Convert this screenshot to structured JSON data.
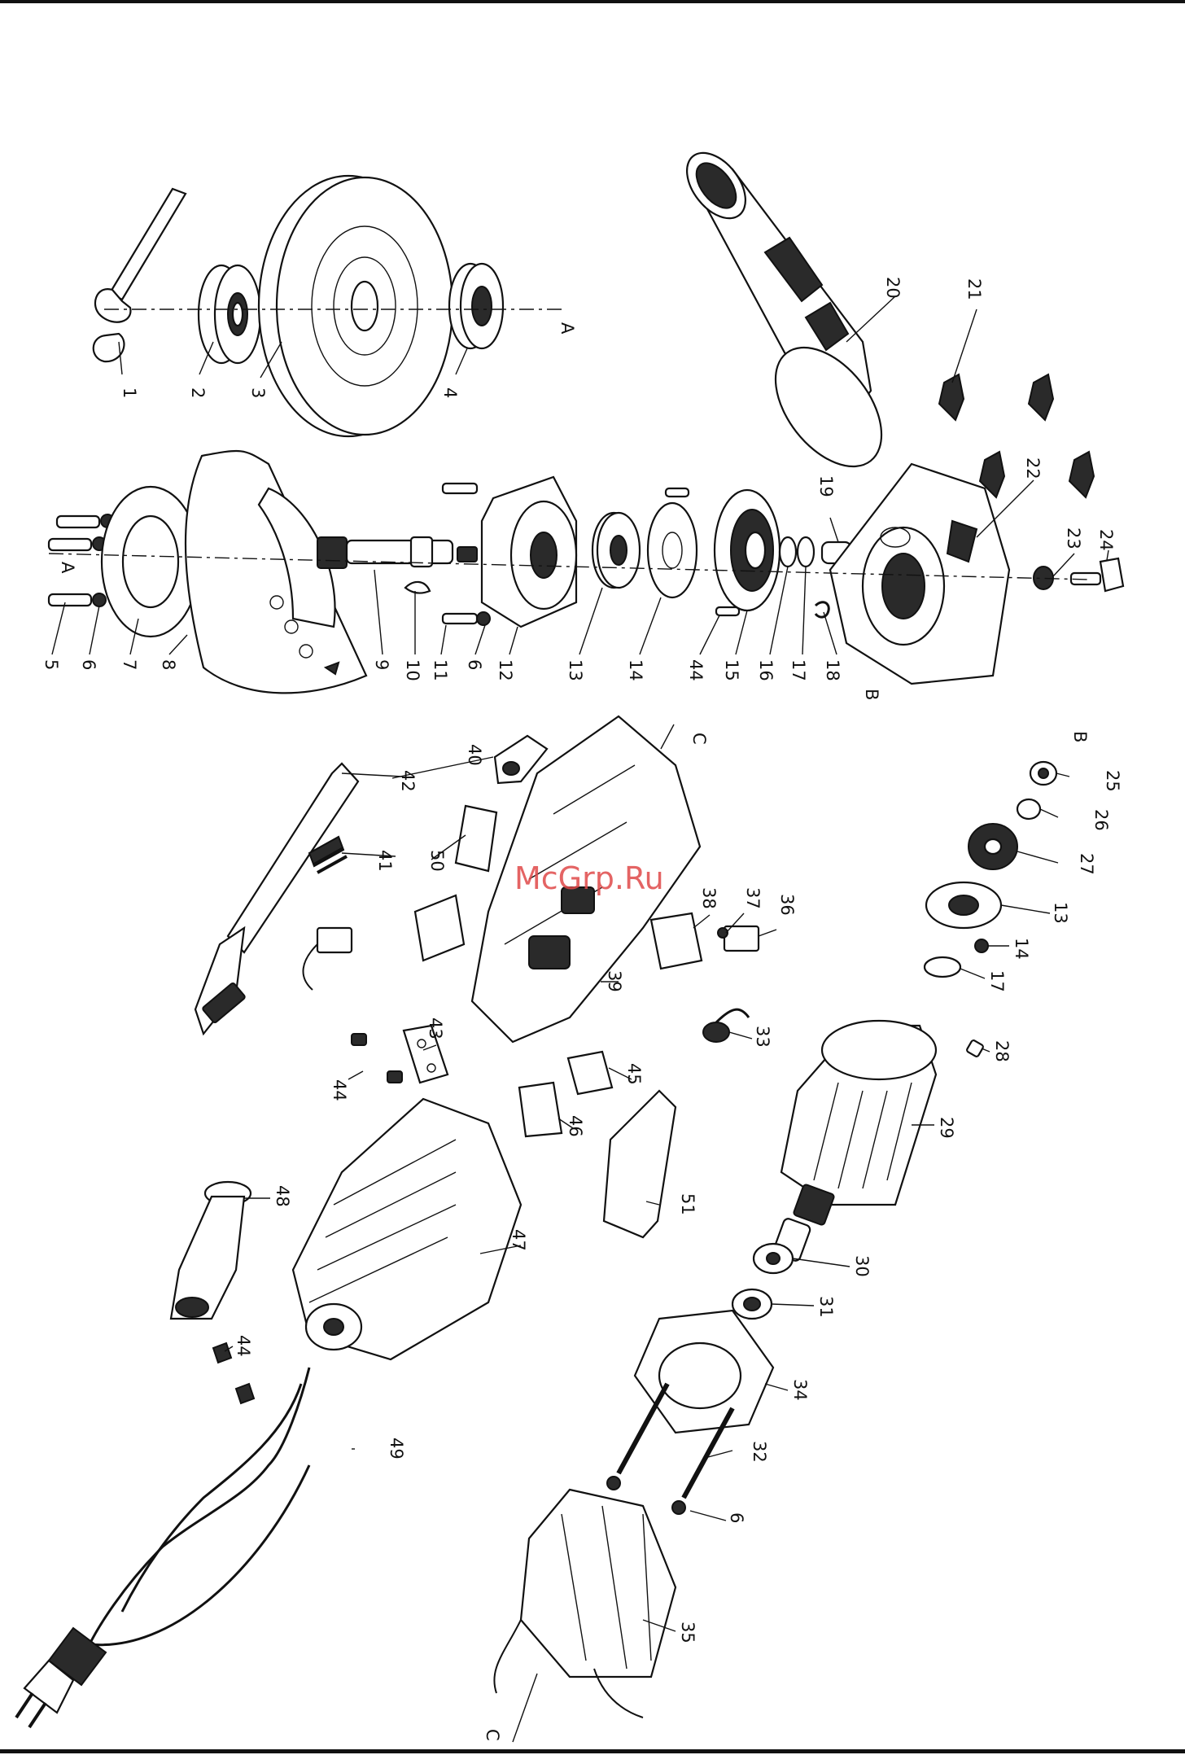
{
  "diagram": {
    "type": "exploded-parts-view",
    "watermark": "McGrp.Ru",
    "callouts": [
      {
        "n": "1"
      },
      {
        "n": "2"
      },
      {
        "n": "3"
      },
      {
        "n": "4"
      },
      {
        "n": "A"
      },
      {
        "n": "A"
      },
      {
        "n": "5"
      },
      {
        "n": "6"
      },
      {
        "n": "7"
      },
      {
        "n": "8"
      },
      {
        "n": "9"
      },
      {
        "n": "10"
      },
      {
        "n": "11"
      },
      {
        "n": "6"
      },
      {
        "n": "12"
      },
      {
        "n": "13"
      },
      {
        "n": "14"
      },
      {
        "n": "44"
      },
      {
        "n": "15"
      },
      {
        "n": "16"
      },
      {
        "n": "17"
      },
      {
        "n": "18"
      },
      {
        "n": "19"
      },
      {
        "n": "B"
      },
      {
        "n": "20"
      },
      {
        "n": "21"
      },
      {
        "n": "22"
      },
      {
        "n": "23"
      },
      {
        "n": "24"
      },
      {
        "n": "C"
      },
      {
        "n": "40"
      },
      {
        "n": "42"
      },
      {
        "n": "50"
      },
      {
        "n": "41"
      },
      {
        "n": "38"
      },
      {
        "n": "37"
      },
      {
        "n": "36"
      },
      {
        "n": "39"
      },
      {
        "n": "33"
      },
      {
        "n": "43"
      },
      {
        "n": "44"
      },
      {
        "n": "45"
      },
      {
        "n": "46"
      },
      {
        "n": "51"
      },
      {
        "n": "B"
      },
      {
        "n": "25"
      },
      {
        "n": "26"
      },
      {
        "n": "27"
      },
      {
        "n": "13"
      },
      {
        "n": "14"
      },
      {
        "n": "17"
      },
      {
        "n": "28"
      },
      {
        "n": "29"
      },
      {
        "n": "30"
      },
      {
        "n": "31"
      },
      {
        "n": "48"
      },
      {
        "n": "47"
      },
      {
        "n": "44"
      },
      {
        "n": "49"
      },
      {
        "n": "34"
      },
      {
        "n": "32"
      },
      {
        "n": "6"
      },
      {
        "n": "35"
      },
      {
        "n": "C"
      }
    ]
  }
}
